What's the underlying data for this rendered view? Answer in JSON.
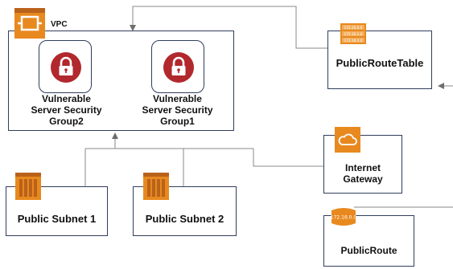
{
  "vpc": {
    "label": "VPC",
    "icon": "vpc-icon",
    "security_groups": [
      {
        "label": "Vulnerable\nServer Security\nGroup2",
        "icon": "lock-icon"
      },
      {
        "label": "Vulnerable\nServer Security\nGroup1",
        "icon": "lock-icon"
      }
    ]
  },
  "route_table": {
    "label": "PublicRouteTable",
    "icon": "route-table-icon",
    "icon_lines": [
      "172.16.0.0",
      "172.16.1.0",
      "172.16.2.0"
    ]
  },
  "internet_gateway": {
    "label": "Internet\nGateway",
    "icon": "cloud-icon"
  },
  "public_route": {
    "label": "PublicRoute",
    "icon": "route-icon",
    "icon_text": "172.16.0.0"
  },
  "subnets": [
    {
      "label": "Public Subnet 1",
      "icon": "subnet-icon"
    },
    {
      "label": "Public Subnet 2",
      "icon": "subnet-icon"
    }
  ],
  "colors": {
    "aws_orange": "#e8891f",
    "aws_orange_dark": "#b9621a",
    "lock_red": "#b1282d",
    "border": "#2f3e5c",
    "line": "#8a8a8a"
  }
}
